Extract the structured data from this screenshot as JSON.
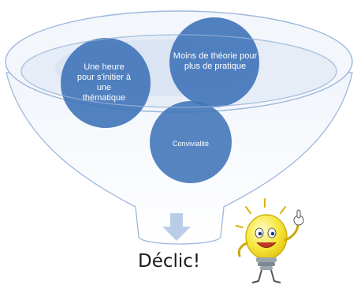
{
  "diagram": {
    "circles": {
      "left": {
        "label": "Une heure pour s'initier à une thématique"
      },
      "right": {
        "label": "Moins de théorie pour plus de pratique"
      },
      "bottom": {
        "label": "Convivialité"
      }
    },
    "result": {
      "label": "Déclic!"
    },
    "icons": {
      "arrow": "down-arrow-icon",
      "bulb": "lightbulb-mascot-icon"
    },
    "colors": {
      "circle_fill": "#3f73b8",
      "funnel_stroke": "#9db8dc",
      "funnel_fill_top": "#e7eef8",
      "arrow_fill": "#b9cde8",
      "bulb_yellow": "#f7e43a"
    }
  }
}
